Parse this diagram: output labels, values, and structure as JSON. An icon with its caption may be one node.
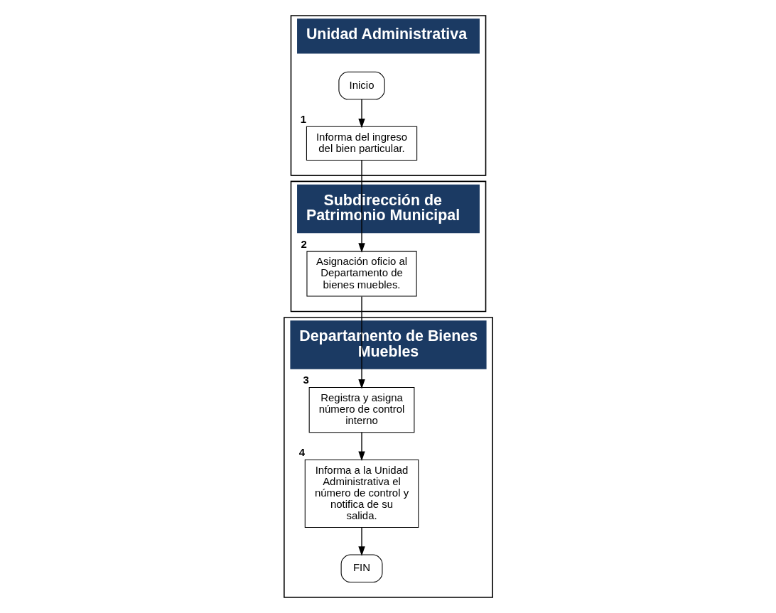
{
  "diagram": {
    "nodes": [
      {
        "text": [
          "Unidad Administrativa"
        ]
      },
      {
        "text": [
          "Subdirección de Patrimonio Municipal"
        ]
      },
      {
        "text": [
          "Departamento de Bienes Muebles"
        ]
      },
      {
        "text": [
          "Inicio"
        ],
        "in": 0
      },
      {
        "text": [
          "Informa del ingreso del bien particular."
        ],
        "in": 0,
        "beside": [
          "1"
        ]
      },
      {
        "text": [
          "Asignación oficio al Departamento de bienes muebles."
        ],
        "in": 1,
        "beside": [
          "2"
        ]
      },
      {
        "text": [
          "Registra y asigna número de control interno"
        ],
        "in": 2,
        "beside": [
          "3"
        ]
      },
      {
        "text": [
          "Informa a la Unidad Administrativa el número de control y notifica de su salida."
        ],
        "in": 2,
        "beside": [
          "4"
        ]
      },
      {
        "text": [
          "FIN"
        ],
        "in": 2
      }
    ],
    "edges": [
      {
        "from": 3,
        "to": 4,
        "arrow": "to"
      },
      {
        "from": 4,
        "to": 5,
        "arrow": "to"
      },
      {
        "from": 5,
        "to": 6,
        "arrow": "to"
      },
      {
        "from": 6,
        "to": 7,
        "arrow": "to"
      },
      {
        "from": 7,
        "to": 8,
        "arrow": "to"
      }
    ]
  }
}
